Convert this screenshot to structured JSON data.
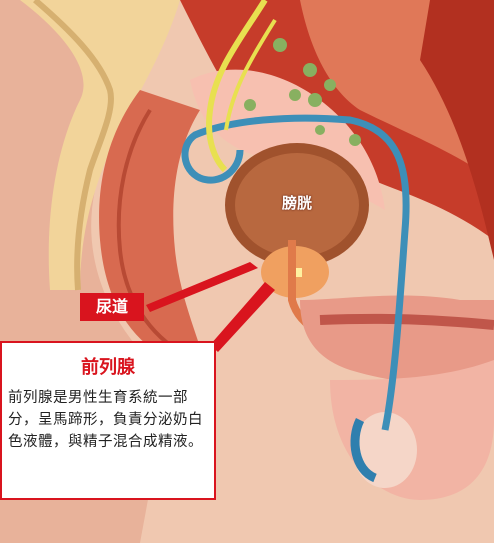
{
  "labels": {
    "bladder": "膀胱",
    "urethra": "尿道"
  },
  "callout": {
    "title": "前列腺",
    "text": "前列腺是男性生育系統一部分，呈馬蹄形，負責分泌奶白色液體，與精子混合成精液。"
  },
  "colors": {
    "accent": "#d9141e",
    "skin": "#f2b8a0",
    "bladder": "#a0522d",
    "vas_deferens": "#3d8fb8",
    "ureter": "#e8e050",
    "prostate": "#f0a060"
  }
}
